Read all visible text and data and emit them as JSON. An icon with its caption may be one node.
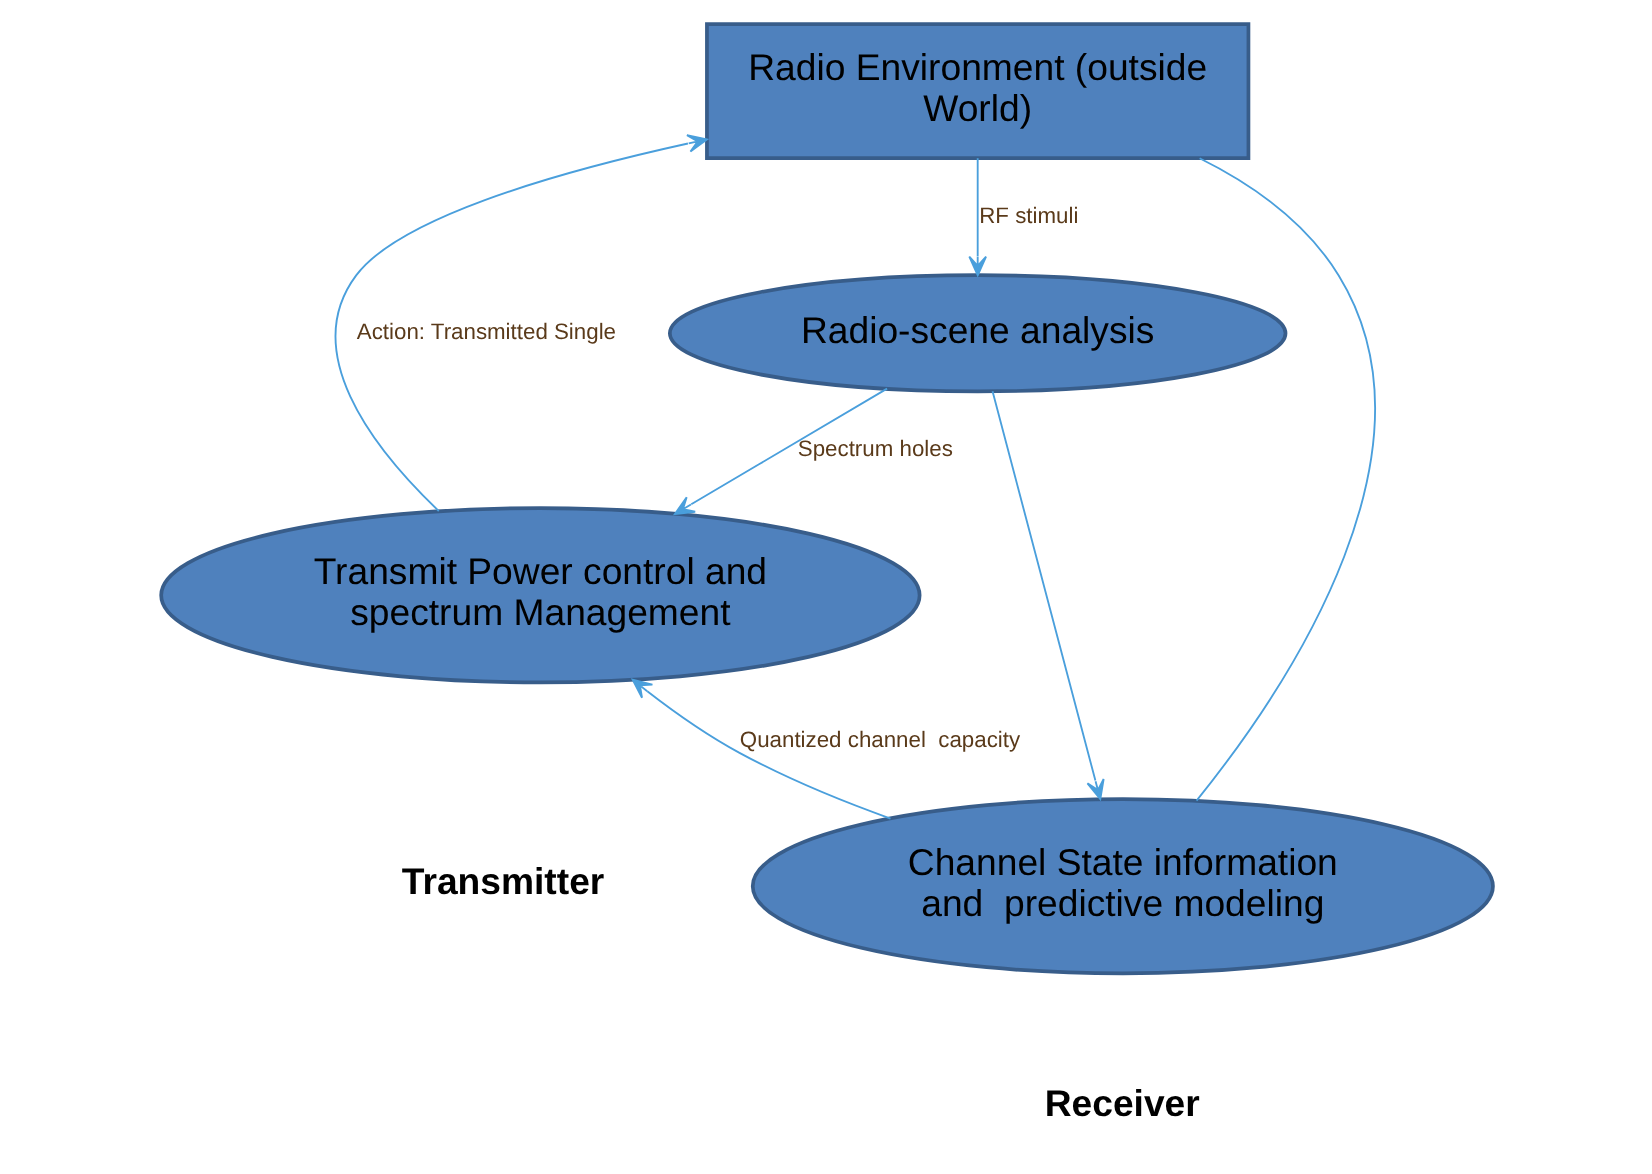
{
  "diagram": {
    "nodes": [
      {
        "text": [
          "Radio Environment (outside World)"
        ]
      },
      {
        "text": [
          "Radio-scene analysis"
        ]
      },
      {
        "text": [
          "Transmit Power control and spectrum Management"
        ]
      },
      {
        "text": [
          "Channel State information and  predictive modeling"
        ]
      }
    ],
    "edges": [
      {
        "from": 0,
        "to": 1,
        "arrow": "to",
        "label": "RF stimuli"
      },
      {
        "from": 1,
        "to": 2,
        "arrow": "to",
        "label": "Spectrum holes"
      },
      {
        "from": 1,
        "to": 3,
        "arrow": "to"
      },
      {
        "from": 3,
        "to": 2,
        "arrow": "to",
        "label": "Quantized channel  capacity"
      },
      {
        "from": 2,
        "to": 0,
        "arrow": "to",
        "label": "Action: Transmitted Single"
      },
      {
        "from": 0,
        "to": 3,
        "arrow": "none"
      }
    ],
    "labels": [
      "Transmitter",
      "Receiver"
    ]
  }
}
